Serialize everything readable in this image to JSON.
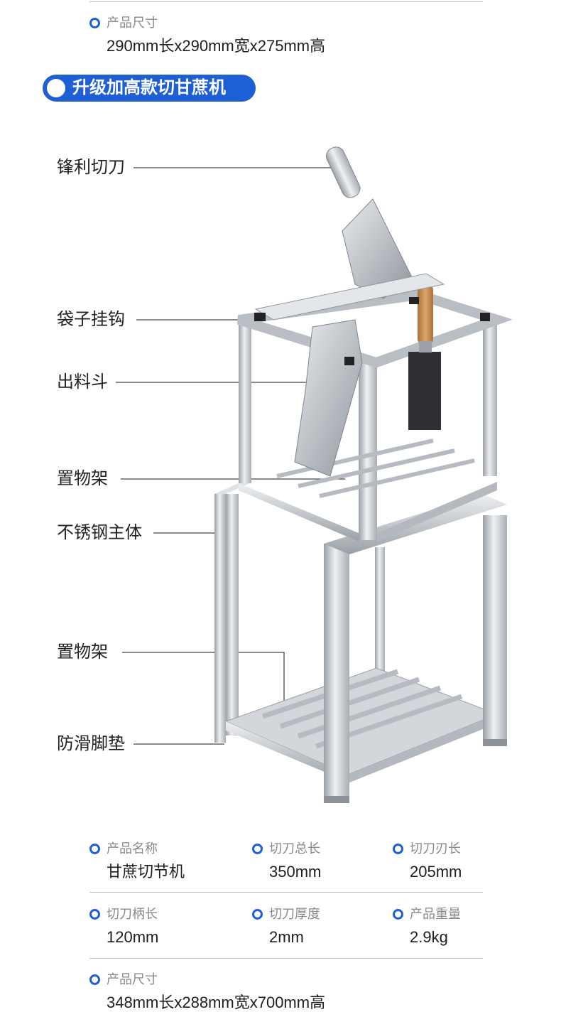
{
  "top_spec": {
    "label": "产品尺寸",
    "value": "290mm长x290mm宽x275mm高"
  },
  "section_title": "升级加高款切甘蔗机",
  "callouts": {
    "blade": "锋利切刀",
    "bag_hook": "袋子挂钩",
    "hopper": "出料斗",
    "upper_shelf": "置物架",
    "steel_body": "不锈钢主体",
    "lower_shelf": "置物架",
    "feet": "防滑脚垫"
  },
  "specs": [
    {
      "label": "产品名称",
      "value": "甘蔗切节机"
    },
    {
      "label": "切刀总长",
      "value": "350mm"
    },
    {
      "label": "切刀刃长",
      "value": "205mm"
    },
    {
      "label": "切刀柄长",
      "value": "120mm"
    },
    {
      "label": "切刀厚度",
      "value": "2mm"
    },
    {
      "label": "产品重量",
      "value": "2.9kg"
    }
  ],
  "bottom_spec": {
    "label": "产品尺寸",
    "value": "348mm长x288mm宽x700mm高"
  },
  "colors": {
    "accent": "#1f5fd6",
    "steel": "#c9cdd2",
    "handle": "#c8925a"
  }
}
